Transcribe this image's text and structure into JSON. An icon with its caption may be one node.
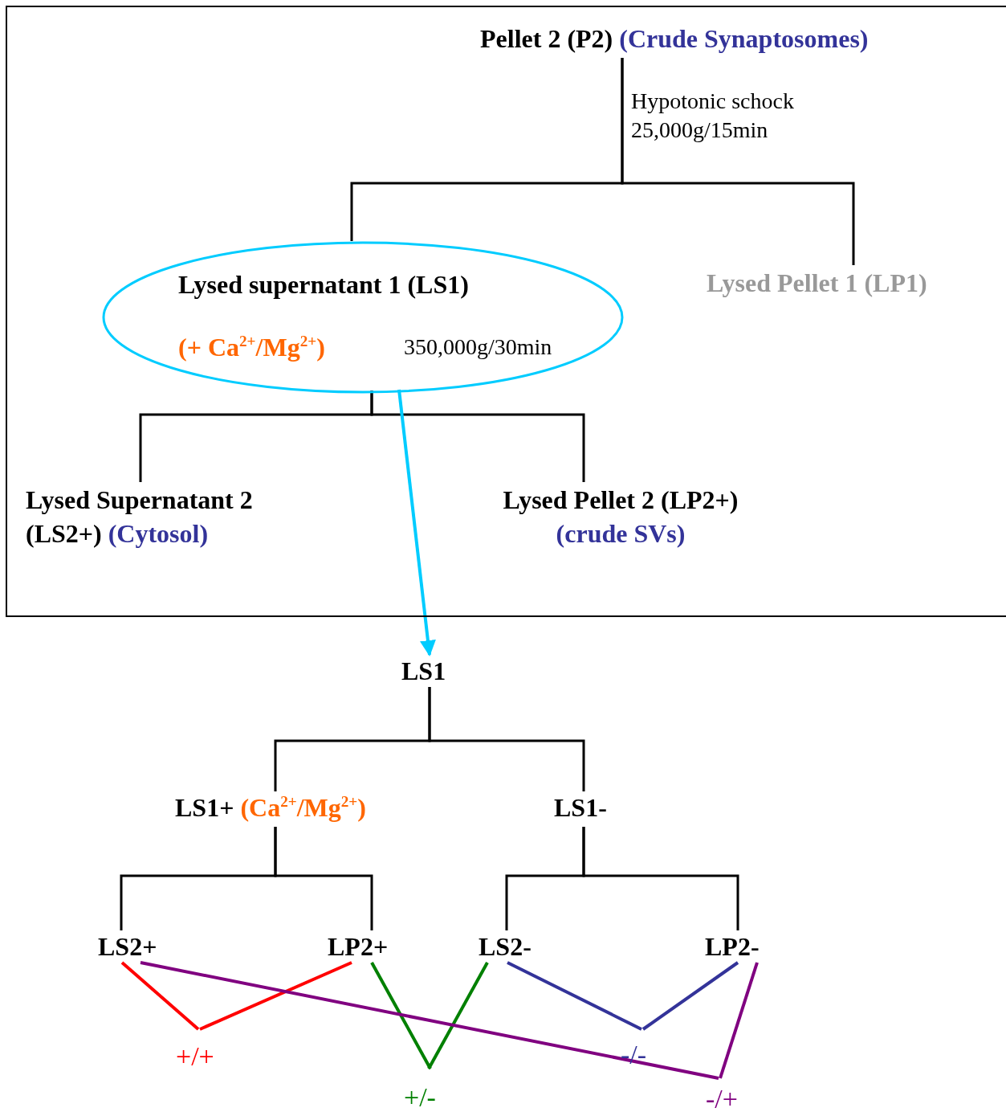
{
  "diagram": {
    "nodes": [
      {
        "text": [],
        "shape": "box"
      },
      {
        "text": [
          "Pellet 2 (P2)",
          "(Crude Synaptosomes)"
        ],
        "in": 0
      },
      {
        "text": [
          "Lysed supernatant 1 (LS1)",
          "(+ Ca$^{2+}$/Mg$^{2+}$)"
        ],
        "in": 0
      },
      {
        "text": [
          "Lysed Pellet 1 (LP1)"
        ],
        "in": 0
      },
      {
        "text": [
          "Lysed Supernatant 2 (LS2+)",
          "(Cytosol)"
        ],
        "in": 0
      },
      {
        "text": [
          "Lysed Pellet 2 (LP2+)",
          "(crude SVs)"
        ],
        "in": 0
      },
      {
        "text": [
          "LS1"
        ]
      },
      {
        "text": [
          "LS1+",
          "(Ca$^{2+}$/Mg$^{2+}$)"
        ]
      },
      {
        "text": [
          "LS1-"
        ]
      },
      {
        "text": [
          "LS2+"
        ]
      },
      {
        "text": [
          "LP2+"
        ]
      },
      {
        "text": [
          "LS2-"
        ]
      },
      {
        "text": [
          "LP2-"
        ]
      },
      {
        "text": [
          "+/+"
        ]
      },
      {
        "text": [
          "+/-"
        ]
      },
      {
        "text": [
          "-/-"
        ]
      },
      {
        "text": [
          "-/+"
        ]
      }
    ],
    "edges": [
      {
        "from": 1,
        "to": 2,
        "arrow": "none"
      },
      {
        "from": 1,
        "to": 3,
        "arrow": "none"
      },
      {
        "from": 2,
        "to": 4,
        "arrow": "none"
      },
      {
        "from": 2,
        "to": 5,
        "arrow": "none"
      },
      {
        "from": 2,
        "to": 6,
        "arrow": "to",
        "color": "#00ccff"
      },
      {
        "from": 6,
        "to": 7,
        "arrow": "none"
      },
      {
        "from": 6,
        "to": 8,
        "arrow": "none"
      },
      {
        "from": 7,
        "to": 9,
        "arrow": "none"
      },
      {
        "from": 7,
        "to": 10,
        "arrow": "none"
      },
      {
        "from": 8,
        "to": 11,
        "arrow": "none"
      },
      {
        "from": 8,
        "to": 12,
        "arrow": "none"
      },
      {
        "from": 9,
        "to": 13,
        "arrow": "none",
        "color": "#ff0000"
      },
      {
        "from": 10,
        "to": 13,
        "arrow": "none",
        "color": "#ff0000"
      },
      {
        "from": 10,
        "to": 14,
        "arrow": "none",
        "color": "#008000"
      },
      {
        "from": 11,
        "to": 14,
        "arrow": "none",
        "color": "#008000"
      },
      {
        "from": 11,
        "to": 15,
        "arrow": "none",
        "color": "#333399"
      },
      {
        "from": 12,
        "to": 15,
        "arrow": "none",
        "color": "#333399"
      },
      {
        "from": 9,
        "to": 16,
        "arrow": "none",
        "color": "#800080"
      },
      {
        "from": 12,
        "to": 16,
        "arrow": "none",
        "color": "#800080"
      }
    ],
    "labels": [
      "Hypotonic schock 25,000g/15min",
      "350,000g/30min"
    ]
  }
}
